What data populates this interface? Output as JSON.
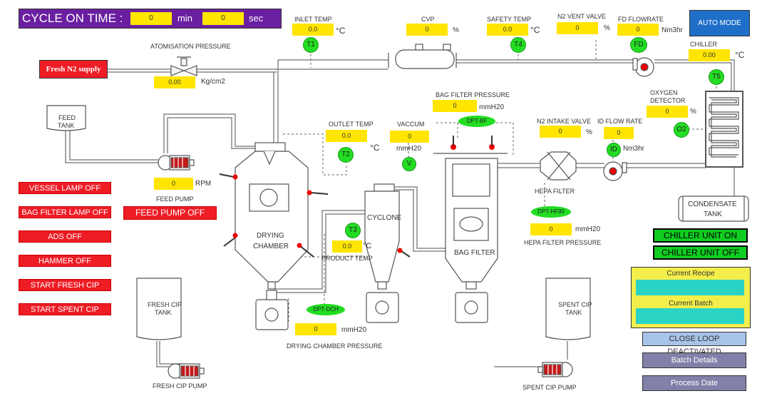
{
  "cycle": {
    "title": "CYCLE ON TIME :",
    "min_value": "0",
    "min_unit": "min",
    "sec_value": "0",
    "sec_unit": "sec"
  },
  "auto_mode": {
    "label": "AUTO MODE"
  },
  "n2_supply": {
    "label": "Fresh N2 supply"
  },
  "atomisation": {
    "label": "ATOMISATION PRESSURE",
    "value": "0.00",
    "unit": "Kg/cm2"
  },
  "inlet_temp": {
    "label": "INLET TEMP",
    "value": "0.0",
    "unit": "°C",
    "tag": "T1"
  },
  "cvp": {
    "label": "CVP",
    "value": "0",
    "unit": "%"
  },
  "safety_temp": {
    "label": "SAFETY TEMP",
    "value": "0.0",
    "unit": "°C",
    "tag": "T4"
  },
  "n2_vent": {
    "label": "N2 VENT VALVE",
    "value": "0",
    "unit": "%"
  },
  "fd_flow": {
    "label": "FD FLOWRATE",
    "value": "0",
    "unit": "Nm3hr",
    "tag": "FD"
  },
  "chiller": {
    "label": "CHILLER",
    "value": "0.00",
    "unit": "°C",
    "tag": "T5"
  },
  "oxygen": {
    "label_line1": "OXYGEN",
    "label_line2": "DETECTOR",
    "value": "0",
    "unit": "%",
    "tag": "O2"
  },
  "bag_filter_pressure": {
    "label": "BAG FILTER PRESSURE",
    "value": "0",
    "unit": "mmH20",
    "tag": "DPT-BF"
  },
  "n2_intake": {
    "label": "N2 INTAKE VALVE",
    "value": "0",
    "unit": "%"
  },
  "id_flow": {
    "label": "ID FLOW RATE",
    "value": "0",
    "unit": "Nm3hr",
    "tag": "ID"
  },
  "outlet_temp": {
    "label": "OUTLET TEMP",
    "value": "0.0",
    "unit": "°C",
    "tag": "T2"
  },
  "vaccum": {
    "label": "VACCUM",
    "value": "0",
    "unit": "mmH20",
    "tag": "V"
  },
  "feed_tank": {
    "line1": "FEED",
    "line2": "TANK"
  },
  "feed_pump": {
    "value": "0",
    "unit": "RPM",
    "label": "FEED PUMP",
    "toggle": "FEED PUMP OFF"
  },
  "controls": [
    "VESSEL LAMP OFF",
    "BAG FILTER LAMP OFF",
    "ADS OFF",
    "HAMMER OFF",
    "START FRESH CIP",
    "START SPENT CIP"
  ],
  "drying_chamber": {
    "line1": "DRYING",
    "line2": "CHAMBER",
    "pressure_label": "DRYING CHAMBER PRESSURE",
    "pressure_value": "0",
    "pressure_unit": "mmH20",
    "tag": "DPT-DCH"
  },
  "cyclone": {
    "label": "CYCLONE"
  },
  "product_temp": {
    "label": "PRODUCT TEMP",
    "value": "0.0",
    "unit": "°C",
    "tag": "T3"
  },
  "bag_filter": {
    "label": "BAG FILTER"
  },
  "hepa": {
    "label": "HEPA FILTER",
    "tag": "DPT-HF90",
    "value": "0",
    "unit": "mmH20",
    "pressure_label": "HEPA FILTER PRESSURE"
  },
  "condensate_tank": {
    "line1": "CONDENSATE",
    "line2": "TANK"
  },
  "chiller_on": "CHILLER UNIT ON",
  "chiller_off": "CHILLER UNIT OFF",
  "recipe": {
    "recipe_label": "Current Recipe",
    "batch_label": "Current Batch"
  },
  "close_loop": "CLOSE LOOP DEACTIVATED",
  "batch_details": "Batch Details",
  "process_date": "Process Date",
  "fresh_cip": {
    "line1": "FRESH CIP",
    "line2": "TANK",
    "pump": "FRESH CIP PUMP"
  },
  "spent_cip": {
    "line1": "SPENT CIP",
    "line2": "TANK",
    "pump": "SPENT CIP PUMP"
  }
}
